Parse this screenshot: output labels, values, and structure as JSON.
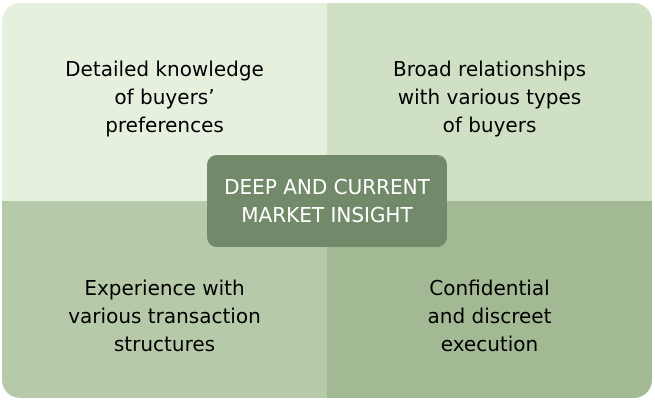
{
  "diagram": {
    "center": "DEEP AND CURRENT\nMARKET INSIGHT",
    "quadrants": [
      {
        "text": "Detailed knowledge\nof buyers’\npreferences",
        "color": "#e6f0de"
      },
      {
        "text": "Broad relationships\nwith various types\nof buyers",
        "color": "#cfe0c4"
      },
      {
        "text": "Experience with\nvarious transaction\nstructures",
        "color": "#b6c9a8"
      },
      {
        "text": "Confidential\nand discreet\nexecution",
        "color": "#a3b994"
      }
    ],
    "center_color": "#738a6a"
  }
}
